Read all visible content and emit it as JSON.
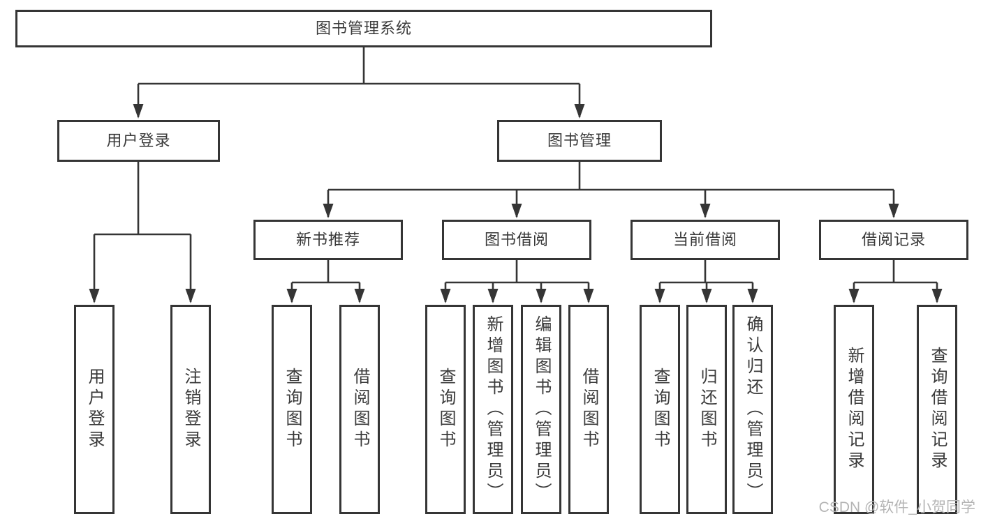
{
  "diagram": {
    "title": "图书管理系统",
    "tree": {
      "root": {
        "label": "图书管理系统"
      },
      "children": [
        {
          "label": "用户登录",
          "children": [
            {
              "label": "用户登录"
            },
            {
              "label": "注销登录"
            }
          ]
        },
        {
          "label": "图书管理",
          "children": [
            {
              "label": "新书推荐",
              "children": [
                {
                  "label": "查询图书"
                },
                {
                  "label": "借阅图书"
                }
              ]
            },
            {
              "label": "图书借阅",
              "children": [
                {
                  "label": "查询图书"
                },
                {
                  "label": "新增图书（管理员）"
                },
                {
                  "label": "编辑图书（管理员）"
                },
                {
                  "label": "借阅图书"
                }
              ]
            },
            {
              "label": "当前借阅",
              "children": [
                {
                  "label": "查询图书"
                },
                {
                  "label": "归还图书"
                },
                {
                  "label": "确认归还（管理员）"
                }
              ]
            },
            {
              "label": "借阅记录",
              "children": [
                {
                  "label": "新增借阅记录"
                },
                {
                  "label": "查询借阅记录"
                }
              ]
            }
          ]
        }
      ]
    },
    "colors": {
      "line": "#353535",
      "box_border": "#353535",
      "text": "#3a3a3a",
      "watermark": "#b5b5b5",
      "background": "#ffffff"
    }
  },
  "watermark": {
    "text": "CSDN @软件_小贺同学"
  }
}
